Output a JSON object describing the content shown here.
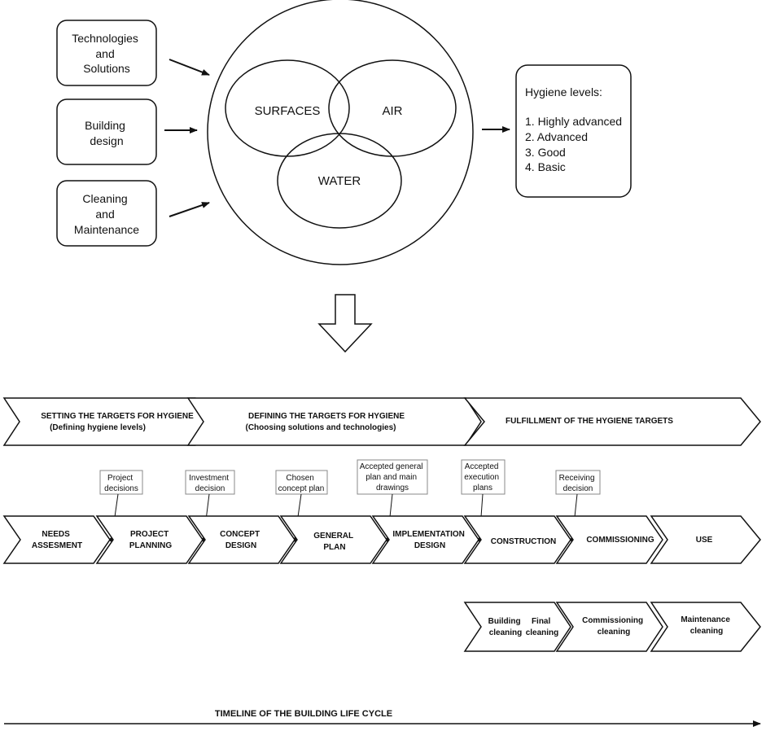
{
  "inputs": [
    {
      "lines": [
        "Technologies",
        "and",
        "Solutions"
      ]
    },
    {
      "lines": [
        "Building",
        "design"
      ]
    },
    {
      "lines": [
        "Cleaning",
        "and",
        "Maintenance"
      ]
    }
  ],
  "venn": {
    "surfaces": "SURFACES",
    "air": "AIR",
    "water": "WATER"
  },
  "hygiene_levels": {
    "title": "Hygiene levels:",
    "items": [
      "1. Highly advanced",
      "2. Advanced",
      "3. Good",
      "4. Basic"
    ]
  },
  "phases": [
    {
      "line1": "SETTING THE TARGETS FOR HYGIENE",
      "line2": "(Defining hygiene levels)"
    },
    {
      "line1": "DEFINING THE TARGETS FOR HYGIENE",
      "line2": "(Choosing solutions and technologies)"
    },
    {
      "line1": "FULFILLMENT OF THE HYGIENE TARGETS",
      "line2": ""
    }
  ],
  "steps": [
    {
      "lines": [
        "NEEDS",
        "ASSESMENT"
      ]
    },
    {
      "lines": [
        "PROJECT",
        "PLANNING"
      ]
    },
    {
      "lines": [
        "CONCEPT",
        "DESIGN"
      ]
    },
    {
      "lines": [
        "GENERAL",
        "PLAN"
      ]
    },
    {
      "lines": [
        "IMPLEMENTATION",
        "DESIGN"
      ]
    },
    {
      "lines": [
        "CONSTRUCTION"
      ]
    },
    {
      "lines": [
        "COMMISSIONING"
      ]
    },
    {
      "lines": [
        "USE"
      ]
    }
  ],
  "decisions": [
    {
      "lines": [
        "Project",
        "decisions"
      ]
    },
    {
      "lines": [
        "Investment",
        "decision"
      ]
    },
    {
      "lines": [
        "Chosen",
        "concept plan"
      ]
    },
    {
      "lines": [
        "Accepted general",
        "plan and main",
        "drawings"
      ]
    },
    {
      "lines": [
        "Accepted",
        "execution",
        "plans"
      ]
    },
    {
      "lines": [
        "Receiving",
        "decision"
      ]
    }
  ],
  "cleaning": {
    "building": [
      "Building",
      "cleaning"
    ],
    "final": [
      "Final",
      "cleaning"
    ],
    "commissioning": [
      "Commissioning",
      "cleaning"
    ],
    "maintenance": [
      "Maintenance",
      "cleaning"
    ]
  },
  "timeline": {
    "label": "TIMELINE OF THE BUILDING LIFE CYCLE"
  }
}
